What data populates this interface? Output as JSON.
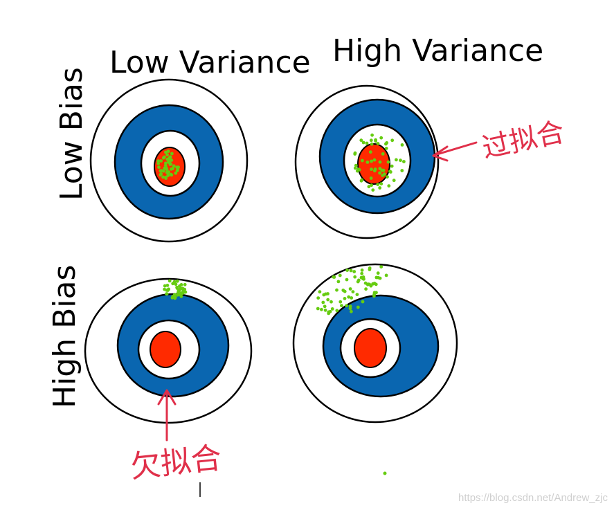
{
  "headers": {
    "columns": [
      "Low Variance",
      "High Variance"
    ],
    "rows": [
      "Low Bias",
      "High Bias"
    ]
  },
  "annotations": {
    "overfit": "过拟合",
    "underfit": "欠拟合"
  },
  "watermark": "https://blog.csdn.net/Andrew_zjc",
  "colors": {
    "ring_blue": "#0a66b0",
    "bullseye_red": "#ff2a00",
    "points_green": "#66cc11",
    "annotation_red": "#e0304a",
    "stroke": "#000000"
  }
}
